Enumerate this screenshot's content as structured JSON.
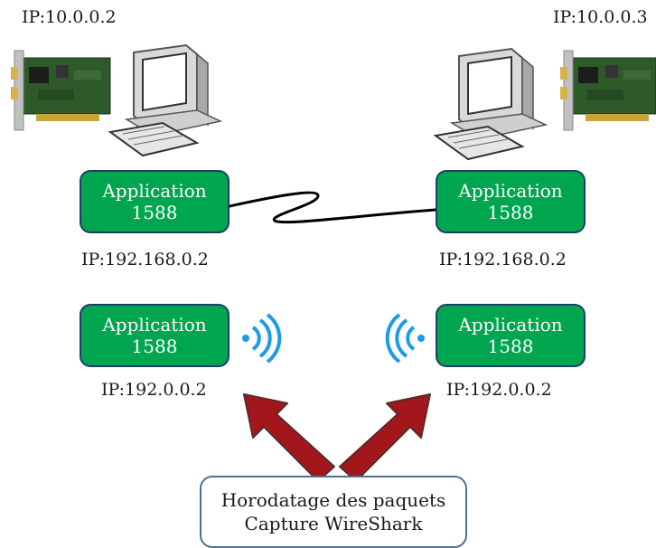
{
  "top_left_ip": "IP:10.0.0.2",
  "top_right_ip": "IP:10.0.0.3",
  "left_app_top": {
    "line1": "Application",
    "line2": "1588"
  },
  "right_app_top": {
    "line1": "Application",
    "line2": "1588"
  },
  "left_ip_mid": "IP:192.168.0.2",
  "right_ip_mid": "IP:192.168.0.2",
  "left_app_bottom": {
    "line1": "Application",
    "line2": "1588"
  },
  "right_app_bottom": {
    "line1": "Application",
    "line2": "1588"
  },
  "left_ip_bottom": "IP:192.0.0.2",
  "right_ip_bottom": "IP:192.0.0.2",
  "note": {
    "line1": "Horodatage des paquets",
    "line2": "Capture WireShark"
  },
  "icons": [
    "network-card-icon",
    "computer-icon",
    "wifi-signal-icon",
    "arrow-icon"
  ],
  "colors": {
    "app_green": "#00a64f",
    "app_border": "#1e3f66",
    "arrow_red": "#a3161c",
    "wifi_blue": "#1b9be8"
  }
}
